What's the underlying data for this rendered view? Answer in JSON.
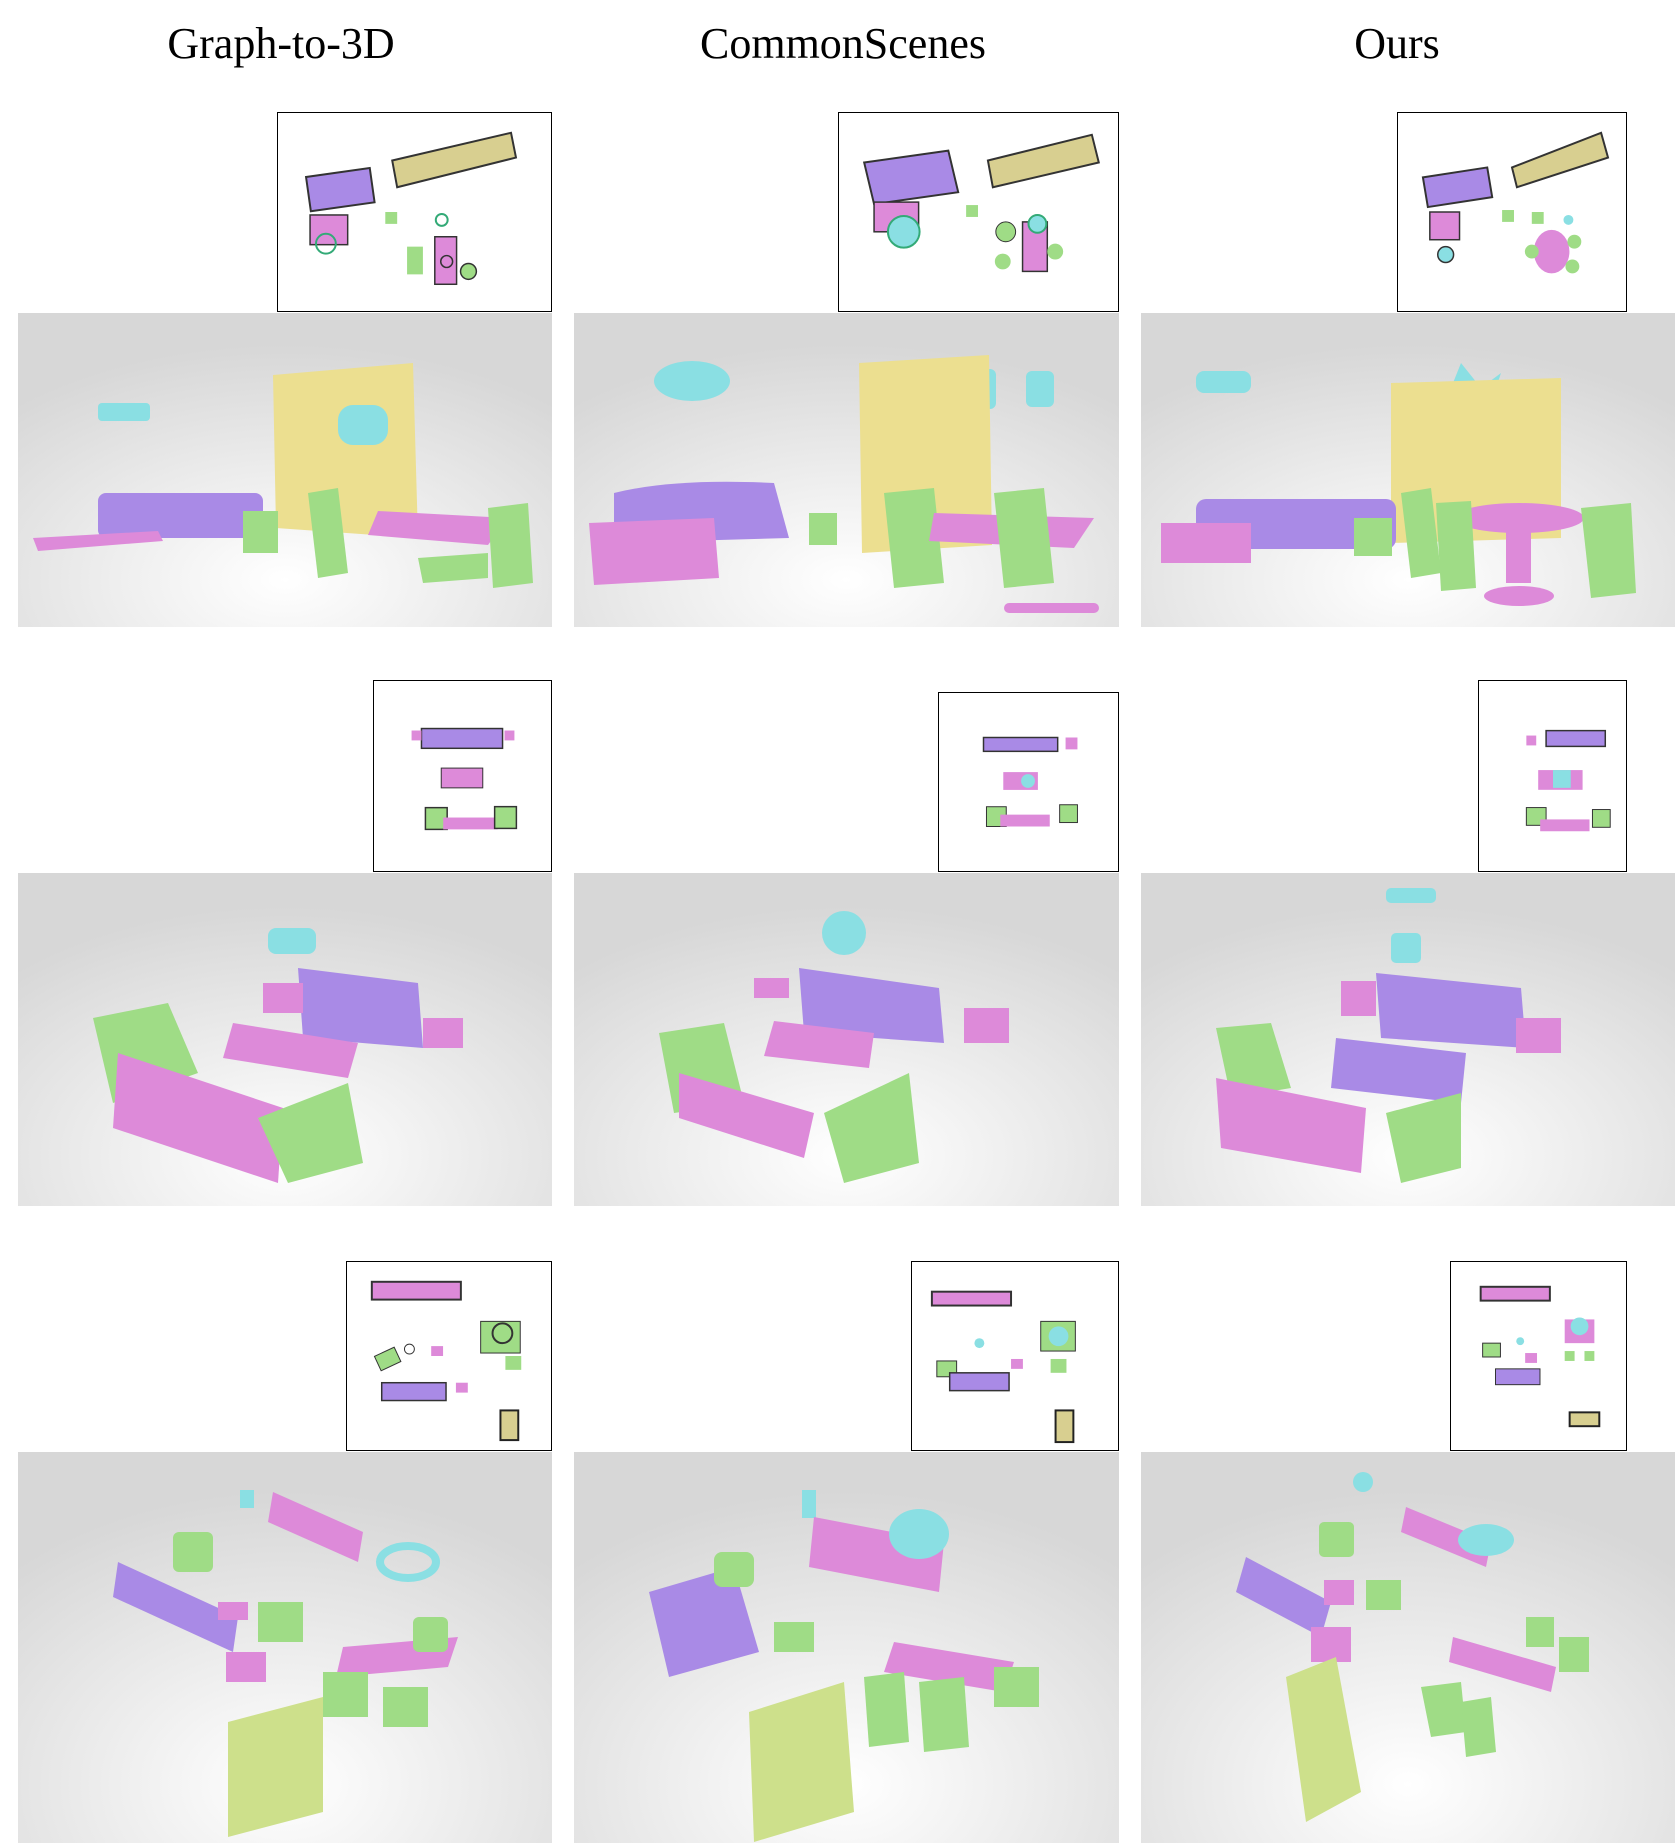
{
  "columns": [
    {
      "title": "Graph-to-3D"
    },
    {
      "title": "CommonScenes"
    },
    {
      "title": "Ours"
    }
  ],
  "colors": {
    "sofa": "#a98ae6",
    "table": "#dd8ad9",
    "chair": "#9fdc86",
    "lamp": "#8adfe3",
    "cabinet": "#ecdf90",
    "wardrobe": "#cde08b",
    "floor": "#ececec"
  }
}
